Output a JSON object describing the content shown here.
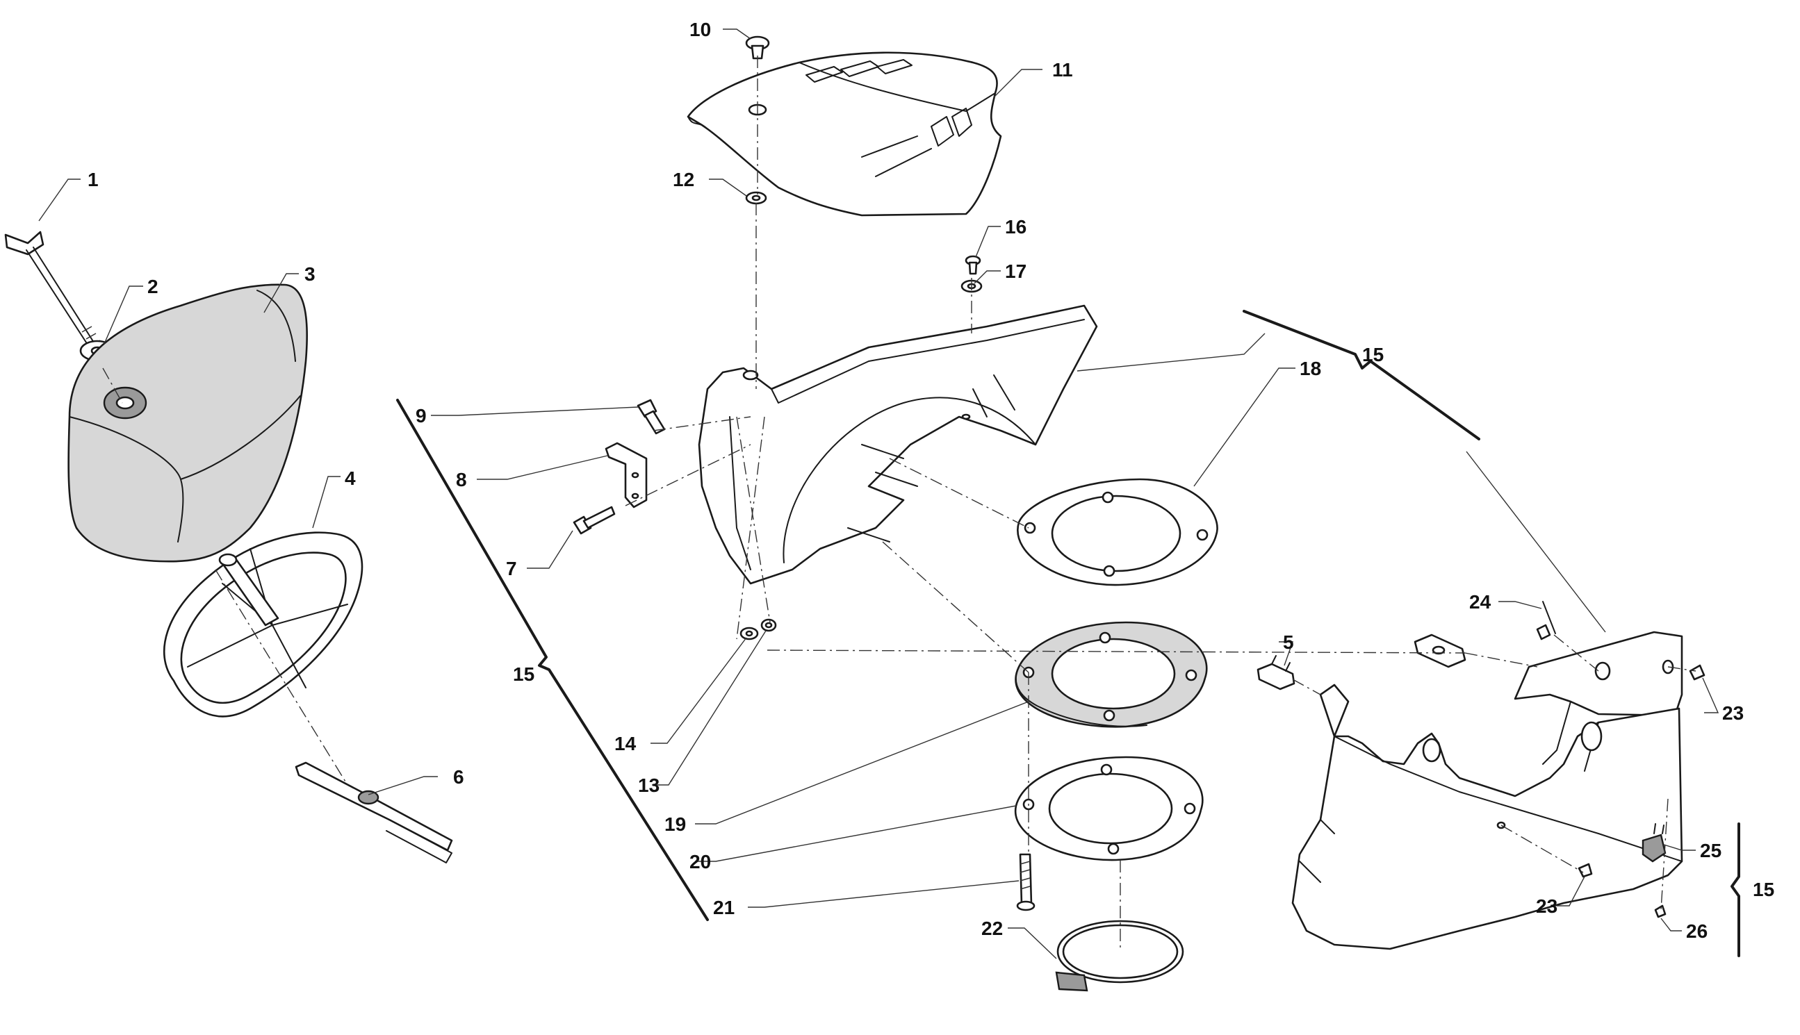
{
  "callouts": {
    "c1": "1",
    "c2": "2",
    "c3": "3",
    "c4": "4",
    "c5": "5",
    "c6": "6",
    "c7": "7",
    "c8": "8",
    "c9": "9",
    "c10": "10",
    "c11": "11",
    "c12": "12",
    "c13": "13",
    "c14": "14",
    "c15_left": "15",
    "c15_top": "15",
    "c15_right": "15",
    "c16": "16",
    "c17": "17",
    "c18": "18",
    "c19": "19",
    "c20": "20",
    "c21": "21",
    "c22": "22",
    "c23_top": "23",
    "c23_bottom": "23",
    "c24": "24",
    "c25": "25",
    "c26": "26"
  },
  "colors": {
    "line": "#1a1a1a",
    "fill": "#ffffff",
    "shade": "#d7d7d7"
  }
}
